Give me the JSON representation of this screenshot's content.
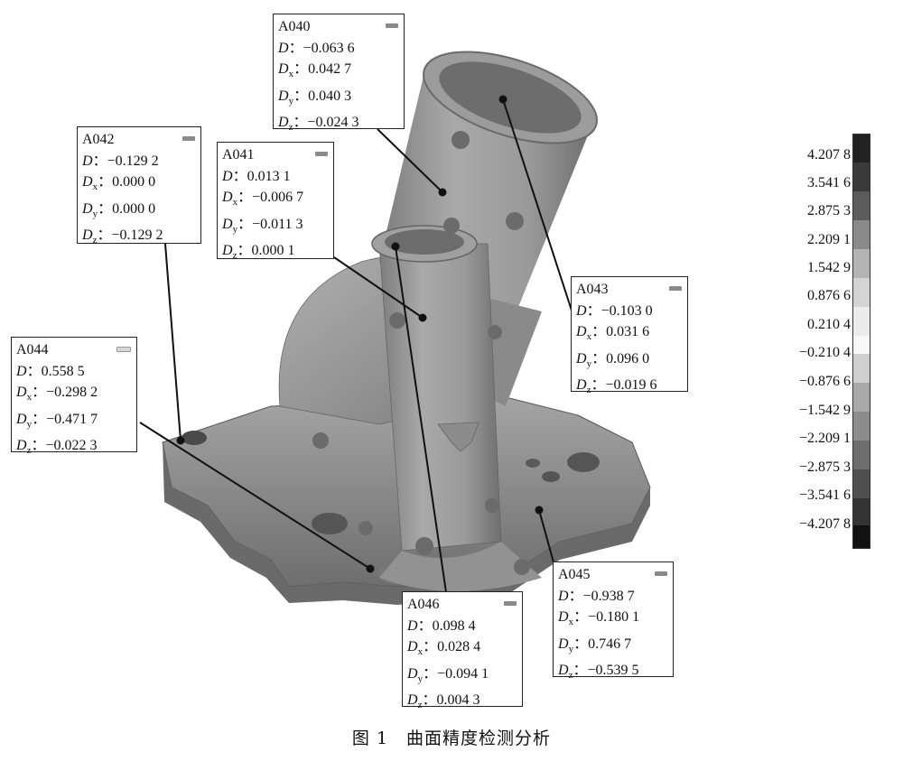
{
  "callouts": [
    {
      "id": "A040",
      "D": "−0.063 6",
      "Dx": "0.042 7",
      "Dy": "0.040 3",
      "Dz": "−0.024  3"
    },
    {
      "id": "A041",
      "D": "0.013 1",
      "Dx": "−0.006 7",
      "Dy": "−0.011 3",
      "Dz": "0.000 1"
    },
    {
      "id": "A042",
      "D": "−0.129 2",
      "Dx": "0.000 0",
      "Dy": "0.000  0",
      "Dz": "−0.129  2"
    },
    {
      "id": "A043",
      "D": "−0.103 0",
      "Dx": "0.031 6",
      "Dy": "0.096 0",
      "Dz": "−0.019 6"
    },
    {
      "id": "A044",
      "D": "0.558 5",
      "Dx": "−0.298  2",
      "Dy": "−0.471  7",
      "Dz": "−0.022  3"
    },
    {
      "id": "A045",
      "D": "−0.938 7",
      "Dx": "−0.180 1",
      "Dy": "0.746 7",
      "Dz": "−0.539 5"
    },
    {
      "id": "A046",
      "D": "0.098 4",
      "Dx": "0.028 4",
      "Dy": "−0.094 1",
      "Dz": "0.004 3"
    }
  ],
  "labels": {
    "D": "D",
    "sep": "：",
    "x": "x",
    "y": "y",
    "z": "z"
  },
  "scale": {
    "ticks": [
      "4.207 8",
      "3.541 6",
      "2.875 3",
      "2.209 1",
      "1.542 9",
      "0.876 6",
      "0.210 4",
      "−0.210 4",
      "−0.876 6",
      "−1.542 9",
      "−2.209 1",
      "−2.875 3",
      "−3.541 6",
      "−4.207 8"
    ]
  },
  "caption": "图 1　曲面精度检测分析"
}
